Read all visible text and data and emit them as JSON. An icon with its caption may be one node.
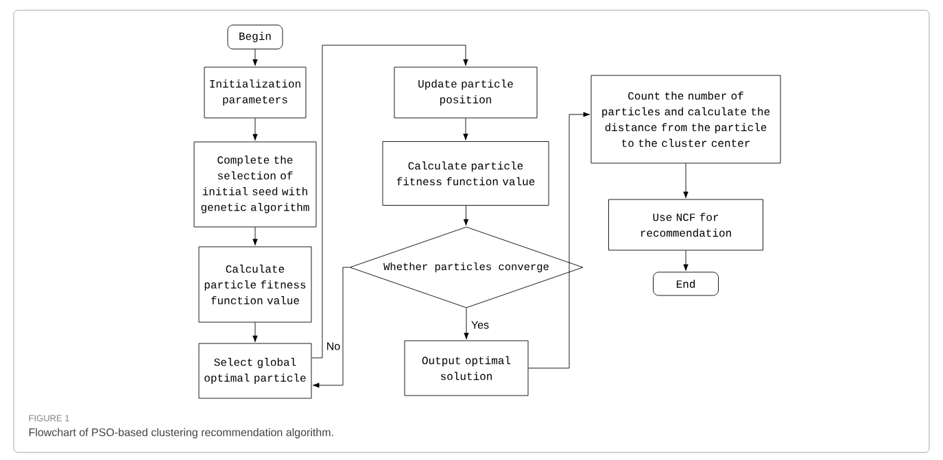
{
  "diagram": {
    "caption": "Flowchart of PSO-based clustering recommendation algorithm.",
    "nodes": [
      {
        "text": [
          "Begin"
        ]
      },
      {
        "text": [
          "Initialization parameters"
        ]
      },
      {
        "text": [
          "Complete the selection of initial seed with genetic algorithm"
        ]
      },
      {
        "text": [
          "Calculate particle fitness function value"
        ]
      },
      {
        "text": [
          "Select global optimal particle"
        ]
      },
      {
        "text": [
          "Update particle position"
        ]
      },
      {
        "text": [
          "Calculate particle fitness function value"
        ]
      },
      {
        "text": [
          "Whether particles converge"
        ]
      },
      {
        "text": [
          "Output optimal solution"
        ]
      },
      {
        "text": [
          "Count the number of particles and calculate the distance from the particle to the cluster center"
        ]
      },
      {
        "text": [
          "Use NCF for recommendation"
        ]
      },
      {
        "text": [
          "End"
        ]
      }
    ],
    "edges": [
      {
        "from": 0,
        "to": 1,
        "arrow": "to"
      },
      {
        "from": 1,
        "to": 2,
        "arrow": "to"
      },
      {
        "from": 2,
        "to": 3,
        "arrow": "to"
      },
      {
        "from": 3,
        "to": 4,
        "arrow": "to"
      },
      {
        "from": 4,
        "to": 5,
        "arrow": "to"
      },
      {
        "from": 5,
        "to": 6,
        "arrow": "to"
      },
      {
        "from": 6,
        "to": 7,
        "arrow": "to"
      },
      {
        "from": 7,
        "to": 8,
        "arrow": "to",
        "label": "Yes"
      },
      {
        "from": 7,
        "to": 4,
        "arrow": "to",
        "label": "No"
      },
      {
        "from": 8,
        "to": 9,
        "arrow": "to"
      },
      {
        "from": 9,
        "to": 10,
        "arrow": "to"
      },
      {
        "from": 10,
        "to": 11,
        "arrow": "to"
      }
    ],
    "labels": [
      "FIGURE 1"
    ]
  }
}
